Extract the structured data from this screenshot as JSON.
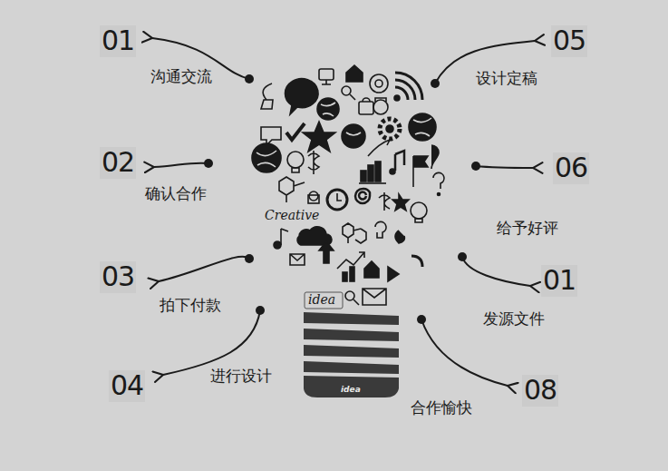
{
  "diagram": {
    "labels": [
      "01",
      "沟通交流",
      "05",
      "设计定稿",
      "02",
      "确认合作",
      "06",
      "给予好评",
      "Creative",
      "03",
      "拍下付款",
      "idea",
      "01",
      "发源文件",
      "04",
      "进行设计",
      "08",
      "合作愉快",
      "idea"
    ]
  }
}
